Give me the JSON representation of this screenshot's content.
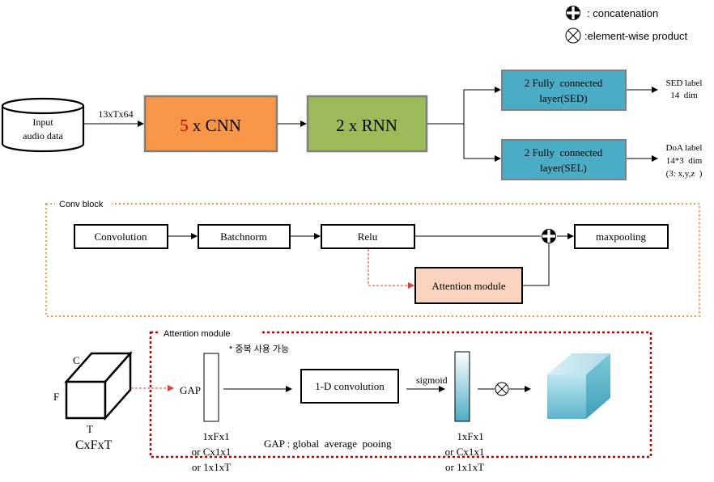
{
  "legend": {
    "concat_label": ": concatenation",
    "product_label": ":element-wise  product"
  },
  "pipeline": {
    "input_line1": "Input",
    "input_line2": "audio data",
    "input_shape": "13xTx64",
    "cnn_num": "5",
    "cnn_rest": " x CNN",
    "rnn": "2 x RNN",
    "fc_sed_line1": "2 Fully  connected",
    "fc_sed_line2": "layer(SED)",
    "fc_sel_line1": "2 Fully  connected",
    "fc_sel_line2": "layer(SEL)",
    "sed_out_line1": "SED label",
    "sed_out_line2": "14  dim",
    "doa_out_line1": "DoA label",
    "doa_out_line2": "14*3  dim",
    "doa_out_line3": "(3: x,y,z  )",
    "colors": {
      "cnn": "#f79646",
      "rnn": "#9bbb59",
      "fc": "#4bacc6",
      "cnn_num": "#c00000"
    }
  },
  "conv_block": {
    "title": "Conv block",
    "convolution": "Convolution",
    "batchnorm": "Batchnorm",
    "relu": "Relu",
    "maxpooling": "maxpooling",
    "attention": "Attention module",
    "colors": {
      "border": "#f79646",
      "attention_fill": "#fbd4c0",
      "dashed_arrow": "#e03c31"
    }
  },
  "attention_module": {
    "title": "Attention module",
    "note": "* 중복 사용 가능",
    "tensor_c": "C",
    "tensor_f": "F",
    "tensor_t": "T",
    "tensor_label": "CxFxT",
    "gap": "GAP",
    "gap_dims": [
      "1xFx1",
      "or Cx1x1",
      "or 1x1xT"
    ],
    "conv1d": "1-D convolution",
    "sigmoid": "sigmoid",
    "out_dims": [
      "1xFx1",
      "or Cx1x1",
      "or 1x1xT"
    ],
    "gap_def": "GAP : global  average  pooing",
    "colors": {
      "border": "#c00000"
    }
  }
}
